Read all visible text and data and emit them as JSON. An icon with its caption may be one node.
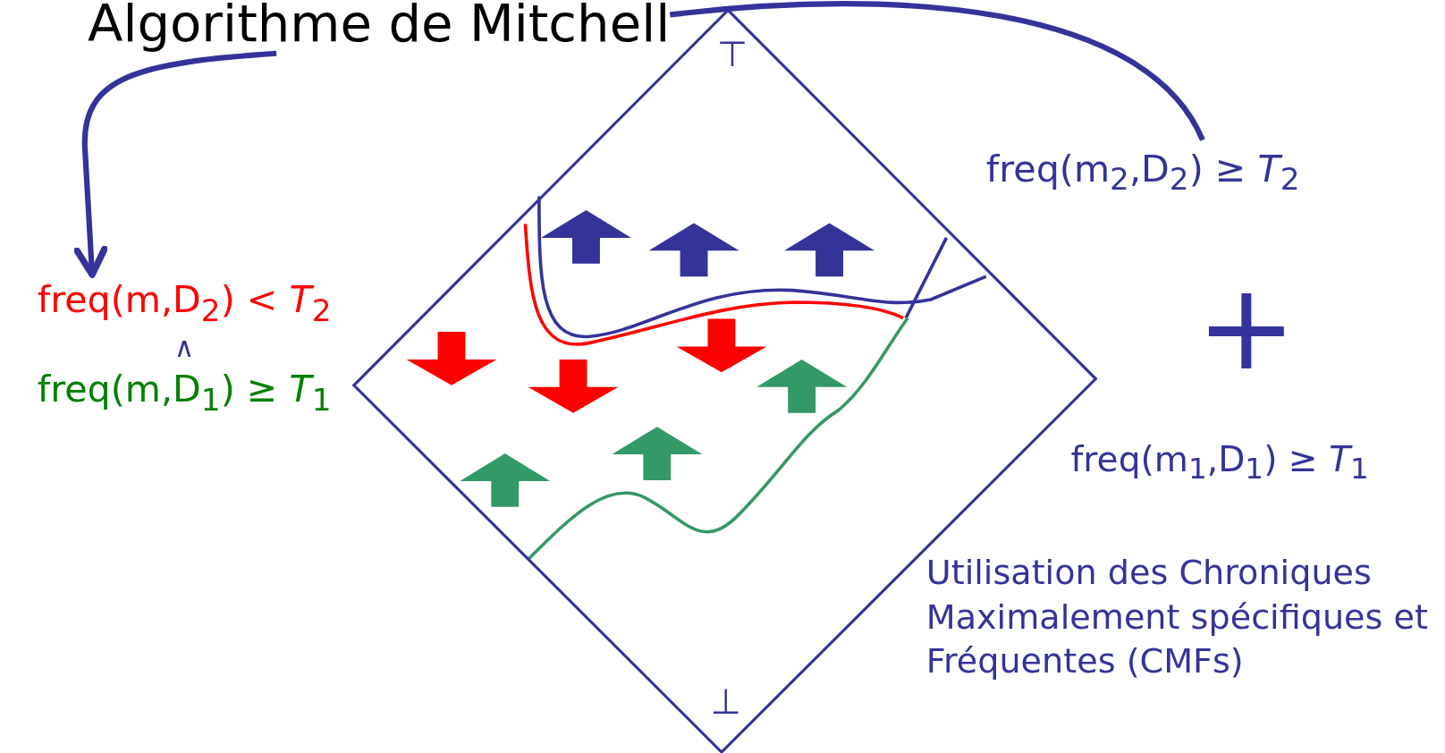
{
  "diagram": {
    "nodes": [
      {
        "text": [
          "Algorithme de Mitchell"
        ]
      },
      {
        "text": [
          "freq(m,D$_{2}$) < *T*$_{2}$",
          "∧",
          "freq(m,D$_{1}$) ≥ *T*$_{1}$"
        ]
      },
      {
        "text": [
          "freq(m$_{2}$,D$_{2}$) ≥ *T*$_{2}$"
        ]
      },
      {
        "text": [
          "⊤",
          "⊥"
        ]
      }
    ],
    "edges": [
      {
        "from": 0,
        "to": 1,
        "arrow": "to"
      },
      {
        "from": 0,
        "to": 2,
        "arrow": "none"
      }
    ],
    "labels": [
      "+",
      "freq(m$_{1}$,D$_{1}$) ≥ *T*$_{1}$",
      "Utilisation des Chroniques Maximalement spécifiques et Fréquentes (CMFs)"
    ]
  }
}
